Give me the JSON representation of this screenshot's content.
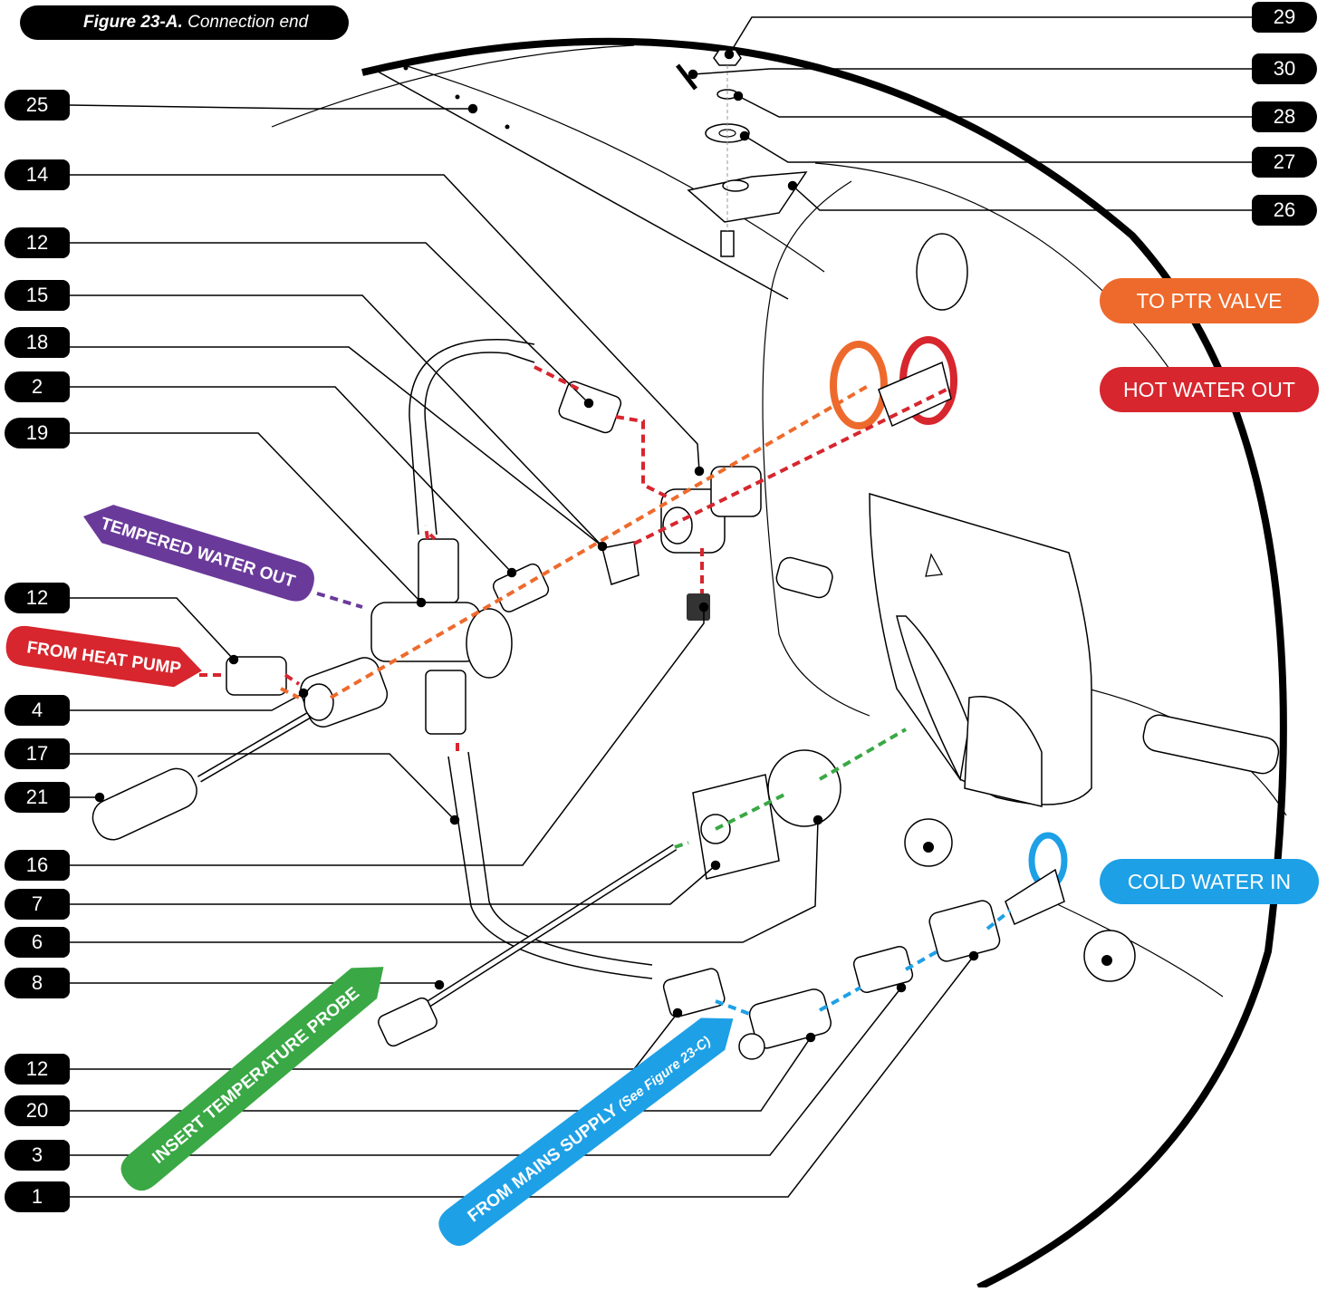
{
  "figure": {
    "number": "Figure 23-A.",
    "caption": "Connection end"
  },
  "left_callouts": [
    "25",
    "14",
    "12",
    "15",
    "18",
    "2",
    "19",
    "12",
    "4",
    "17",
    "21",
    "16",
    "7",
    "6",
    "8",
    "12",
    "20",
    "3",
    "1"
  ],
  "right_callouts": [
    "29",
    "30",
    "28",
    "27",
    "26"
  ],
  "flow_labels": {
    "to_ptr_valve": "TO PTR VALVE",
    "hot_water_out": "HOT WATER OUT",
    "cold_water_in": "COLD WATER IN",
    "tempered_water_out": "TEMPERED WATER OUT",
    "from_heat_pump": "FROM HEAT PUMP",
    "insert_temperature_probe": "INSERT TEMPERATURE PROBE",
    "from_mains_supply": "FROM MAINS SUPPLY",
    "see_figure": "(See Figure 23-C)"
  },
  "colors": {
    "ptr": "#ee6a2c",
    "hot": "#d7262e",
    "cold": "#1ea0e6",
    "tempered": "#6a3a9a",
    "probe": "#3aa845",
    "badge": "#000000"
  }
}
